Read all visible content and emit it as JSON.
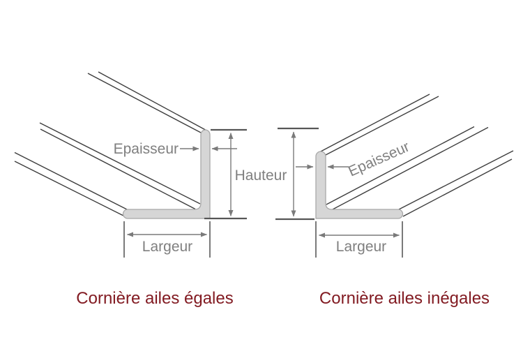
{
  "left_diagram": {
    "caption": "Cornière ailes égales",
    "labels": {
      "thickness": "Epaisseur",
      "height": "Hauteur",
      "width": "Largeur"
    }
  },
  "right_diagram": {
    "caption": "Cornière ailes inégales",
    "labels": {
      "thickness": "Epaisseur",
      "width": "Largeur"
    }
  },
  "colors": {
    "background": "#ffffff",
    "profile_fill": "#d6d6d6",
    "profile_outline": "#a8a8a8",
    "edge_lines": "#3d3d3d",
    "dimension_lines": "#7a7a7a",
    "extension_lines": "#565656",
    "label_text": "#7f7f7f",
    "caption_text": "#821b22"
  }
}
